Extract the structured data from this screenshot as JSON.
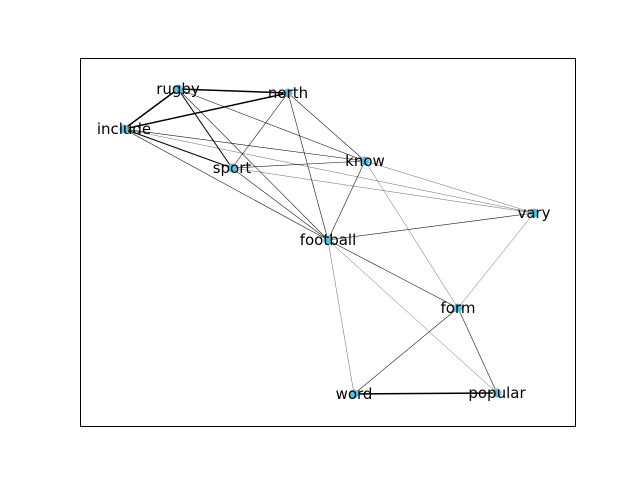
{
  "colors": {
    "background": "#ffffff",
    "frame": "#000000",
    "edge": "#000000",
    "node_fill": "#5bc0de",
    "label": "#000000"
  },
  "graph": {
    "nodes": [
      {
        "id": "rugby",
        "label": "rugby"
      },
      {
        "id": "north",
        "label": "north"
      },
      {
        "id": "include",
        "label": "include"
      },
      {
        "id": "sport",
        "label": "sport"
      },
      {
        "id": "know",
        "label": "know"
      },
      {
        "id": "vary",
        "label": "vary"
      },
      {
        "id": "football",
        "label": "football"
      },
      {
        "id": "form",
        "label": "form"
      },
      {
        "id": "word",
        "label": "word"
      },
      {
        "id": "popular",
        "label": "popular"
      }
    ],
    "edges": [
      {
        "source": "rugby",
        "target": "north",
        "weight": "strong"
      },
      {
        "source": "rugby",
        "target": "include",
        "weight": "strong"
      },
      {
        "source": "include",
        "target": "north",
        "weight": "strong"
      },
      {
        "source": "word",
        "target": "popular",
        "weight": "strong"
      },
      {
        "source": "rugby",
        "target": "sport",
        "weight": "medium"
      },
      {
        "source": "rugby",
        "target": "football",
        "weight": "thin"
      },
      {
        "source": "rugby",
        "target": "know",
        "weight": "thin"
      },
      {
        "source": "north",
        "target": "sport",
        "weight": "thin"
      },
      {
        "source": "north",
        "target": "know",
        "weight": "thin"
      },
      {
        "source": "north",
        "target": "football",
        "weight": "thin"
      },
      {
        "source": "include",
        "target": "sport",
        "weight": "medium"
      },
      {
        "source": "include",
        "target": "know",
        "weight": "thin"
      },
      {
        "source": "include",
        "target": "football",
        "weight": "thin"
      },
      {
        "source": "include",
        "target": "vary",
        "weight": "faint"
      },
      {
        "source": "sport",
        "target": "know",
        "weight": "thin"
      },
      {
        "source": "sport",
        "target": "football",
        "weight": "thin"
      },
      {
        "source": "sport",
        "target": "vary",
        "weight": "faint"
      },
      {
        "source": "know",
        "target": "football",
        "weight": "thin"
      },
      {
        "source": "know",
        "target": "vary",
        "weight": "faint"
      },
      {
        "source": "know",
        "target": "form",
        "weight": "faint"
      },
      {
        "source": "football",
        "target": "vary",
        "weight": "thin"
      },
      {
        "source": "football",
        "target": "form",
        "weight": "thin"
      },
      {
        "source": "football",
        "target": "word",
        "weight": "faint"
      },
      {
        "source": "football",
        "target": "popular",
        "weight": "faint"
      },
      {
        "source": "vary",
        "target": "form",
        "weight": "faint"
      },
      {
        "source": "form",
        "target": "word",
        "weight": "thin"
      },
      {
        "source": "form",
        "target": "popular",
        "weight": "thin"
      }
    ]
  }
}
